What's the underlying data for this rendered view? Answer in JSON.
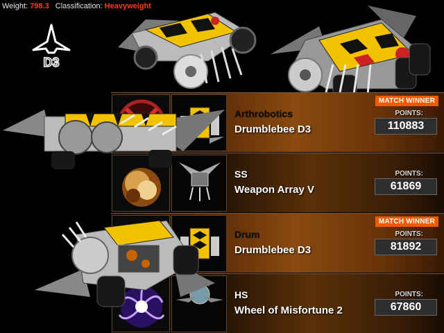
{
  "header": {
    "weight_label": "Weight:",
    "weight_value": "798.3",
    "class_label": "Classification:",
    "class_value": "Heavyweight"
  },
  "logo": {
    "text": "D3"
  },
  "results": [
    {
      "team": "Arthrobotics",
      "robot": "Drumblebee D3",
      "points_label": "POINTS:",
      "points": "110883",
      "badge": "MATCH WINNER"
    },
    {
      "team": "SS",
      "robot": "Weapon Array V",
      "points_label": "POINTS:",
      "points": "61869",
      "badge": ""
    },
    {
      "team": "Drum",
      "robot": "Drumblebee D3",
      "points_label": "POINTS:",
      "points": "81892",
      "badge": "MATCH WINNER"
    },
    {
      "team": "HS",
      "robot": "Wheel of Misfortune 2",
      "points_label": "POINTS:",
      "points": "67860",
      "badge": ""
    }
  ],
  "colors": {
    "accent": "#f25a00",
    "value_red": "#ff3a1a",
    "hazard_yellow": "#f2c200"
  }
}
